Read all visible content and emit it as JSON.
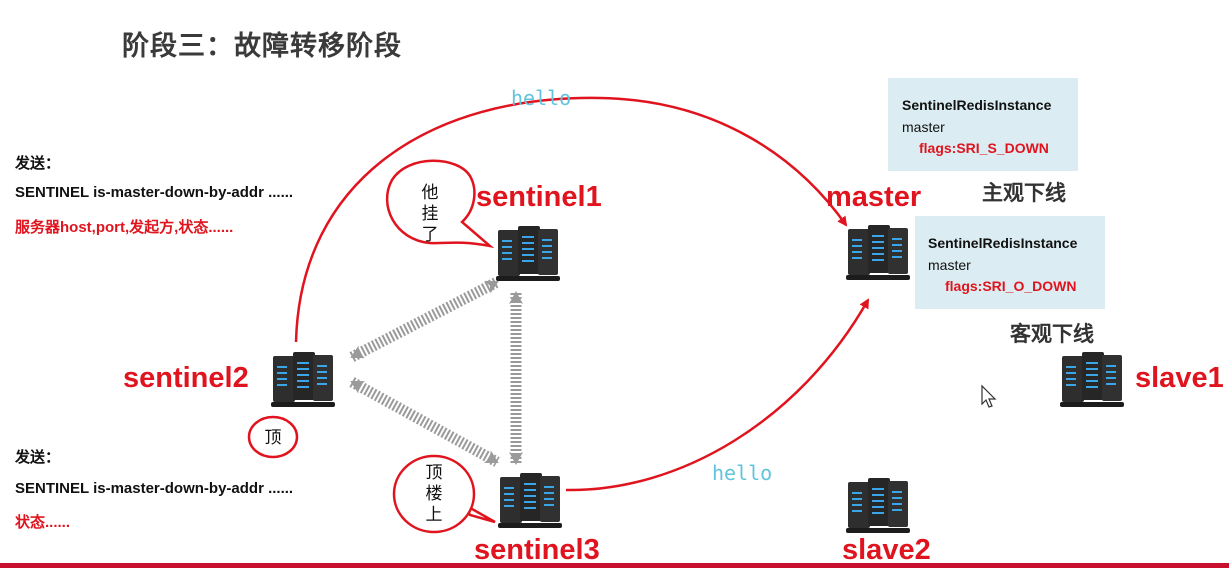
{
  "title": "阶段三：故障转移阶段",
  "hello_top": "hello",
  "hello_bottom": "hello",
  "nodes": {
    "sentinel1": "sentinel1",
    "sentinel2": "sentinel2",
    "sentinel3": "sentinel3",
    "master": "master",
    "slave1": "slave1",
    "slave2": "slave2"
  },
  "send_top": {
    "label": "发送：",
    "command": "SENTINEL is-master-down-by-addr ......",
    "params": "服务器host,port,发起方,状态......"
  },
  "send_bottom": {
    "label": "发送：",
    "command": "SENTINEL is-master-down-by-addr ......",
    "params": "状态......"
  },
  "info_sdown": {
    "line1": "SentinelRedisInstance",
    "line2": "master",
    "line3": "flags:SRI_S_DOWN"
  },
  "info_odown": {
    "line1": "SentinelRedisInstance",
    "line2": "master",
    "line3": "flags:SRI_O_DOWN"
  },
  "status_sdown": "主观下线",
  "status_odown": "客观下线",
  "bubbles": {
    "sentinel1": [
      "他",
      "挂",
      "了"
    ],
    "sentinel2": [
      "顶"
    ],
    "sentinel3": [
      "顶",
      "楼",
      "上"
    ]
  },
  "colors": {
    "accent_red": "#e0141e",
    "hello_cyan": "#62c4dc",
    "info_box_bg": "#dbedf2"
  }
}
